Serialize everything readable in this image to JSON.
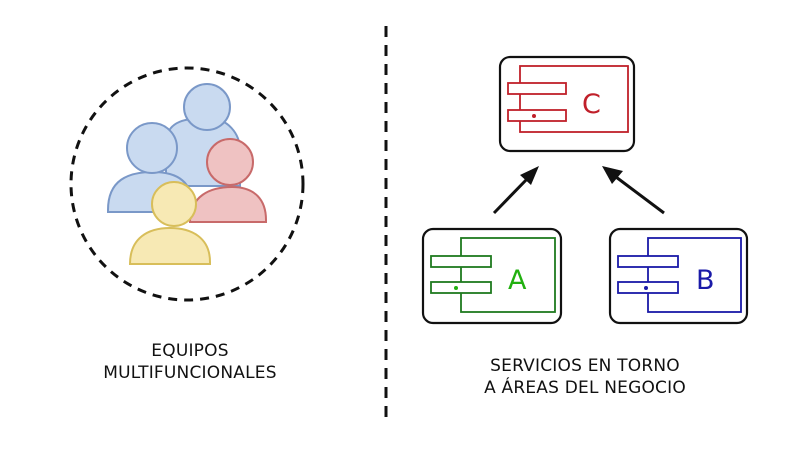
{
  "left_caption": {
    "line1": "EQUIPOS",
    "line2": "MULTIFUNCIONALES"
  },
  "right_caption": {
    "line1": "SERVICIOS EN TORNO",
    "line2": "A ÁREAS DEL NEGOCIO"
  },
  "components": {
    "c": {
      "label": "C",
      "color": "#c0202a"
    },
    "a": {
      "label": "A",
      "color": "#22b010"
    },
    "b": {
      "label": "B",
      "color": "#1a1aa8"
    }
  },
  "people_colors": {
    "blue": "#c9daf0",
    "blue_stroke": "#7a98c8",
    "red": "#efc2c2",
    "red_stroke": "#c86a6a",
    "yellow": "#f7e9b4",
    "yellow_stroke": "#d8be5a"
  }
}
